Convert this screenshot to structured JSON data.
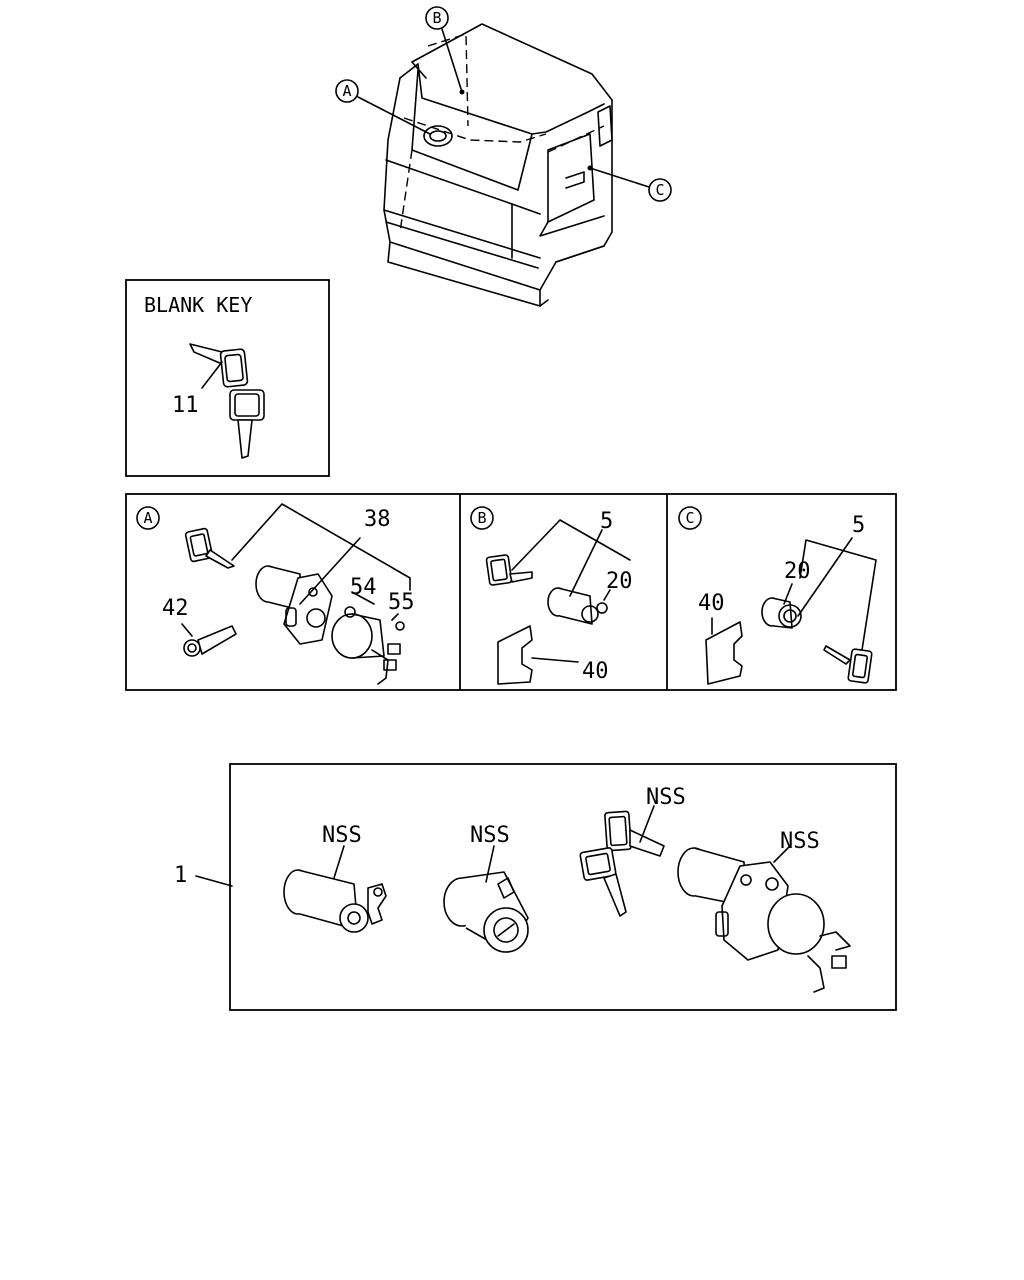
{
  "cab_callouts": {
    "a": "A",
    "b": "B",
    "c": "C"
  },
  "blank_key": {
    "title": "BLANK KEY",
    "part": "11"
  },
  "detail_a": {
    "marker": "A",
    "parts": {
      "p38": "38",
      "p54": "54",
      "p55": "55",
      "p42": "42"
    }
  },
  "detail_b": {
    "marker": "B",
    "parts": {
      "p5": "5",
      "p20": "20",
      "p40": "40"
    }
  },
  "detail_c": {
    "marker": "C",
    "parts": {
      "p5": "5",
      "p20": "20",
      "p40": "40"
    }
  },
  "kit": {
    "part": "1",
    "nss_1": "NSS",
    "nss_2": "NSS",
    "nss_3": "NSS",
    "nss_4": "NSS"
  }
}
